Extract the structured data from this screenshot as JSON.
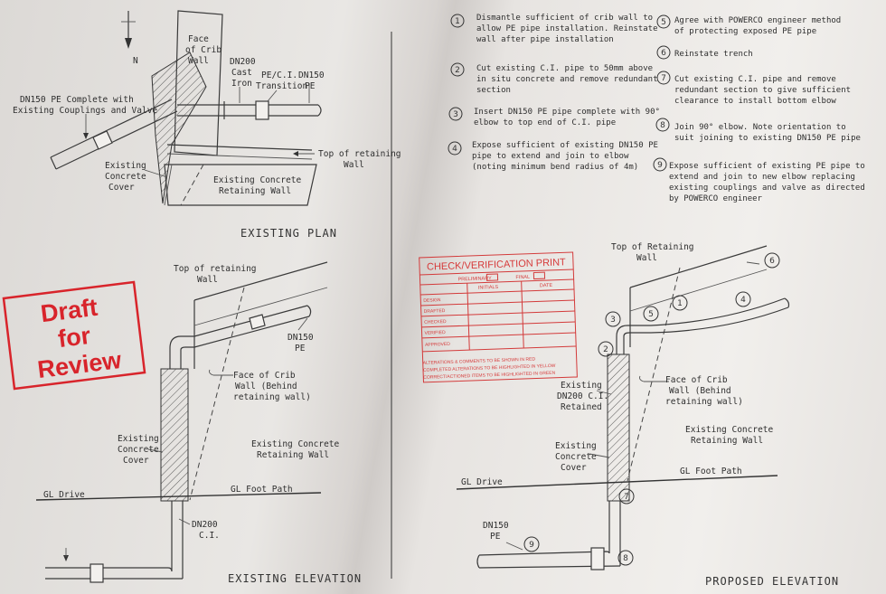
{
  "plan": {
    "north": "N",
    "crib_face": [
      "Face",
      "of Crib",
      "Wall"
    ],
    "dn200": [
      "DN200",
      "Cast",
      "Iron"
    ],
    "transition": [
      "PE/C.I.",
      "Transition"
    ],
    "dn150": [
      "DN150",
      "PE"
    ],
    "complete": [
      "DN150 PE Complete with",
      "Existing Couplings and Valve"
    ],
    "top_wall": [
      "Top of retaining",
      "Wall"
    ],
    "cover": [
      "Existing",
      "Concrete",
      "Cover"
    ],
    "retaining": [
      "Existing Concrete",
      "Retaining Wall"
    ],
    "title": "EXISTING PLAN"
  },
  "existing_elev": {
    "top_wall": [
      "Top of retaining",
      "Wall"
    ],
    "dn150": [
      "DN150",
      "PE"
    ],
    "crib_face": [
      "Face of Crib",
      "Wall (Behind",
      "retaining wall)"
    ],
    "cover": [
      "Existing",
      "Concrete",
      "Cover"
    ],
    "retaining": [
      "Existing Concrete",
      "Retaining Wall"
    ],
    "gl_drive": "GL Drive",
    "gl_foot": "GL Foot Path",
    "dn200": [
      "DN200",
      "C.I."
    ],
    "title": "EXISTING ELEVATION"
  },
  "stamp": {
    "lines": [
      "Draft",
      "for",
      "Review"
    ],
    "color": "#d8242b"
  },
  "check_print": {
    "title": "CHECK/VERIFICATION PRINT",
    "sub_left": "PRELIMINARY",
    "sub_right": "FINAL",
    "col_a": "INITIALS",
    "col_b": "DATE",
    "row_labels": [
      "DESIGN",
      "DRAFTED",
      "CHECKED",
      "VERIFIED",
      "APPROVED"
    ],
    "footer": [
      "ALTERATIONS & COMMENTS TO BE SHOWN IN RED",
      "COMPLETED ALTERATIONS TO BE HIGHLIGHTED IN YELLOW",
      "CORRECT/ACTIONED ITEMS TO BE HIGHLIGHTED IN GREEN"
    ],
    "color": "#d33a3a"
  },
  "proposed_elev": {
    "top_wall": [
      "Top of Retaining",
      "Wall"
    ],
    "crib_face": [
      "Face of Crib",
      "Wall (Behind",
      "retaining wall)"
    ],
    "retained": [
      "Existing",
      "DN200 C.I.",
      "Retained"
    ],
    "retaining": [
      "Existing Concrete",
      "Retaining Wall"
    ],
    "cover": [
      "Existing",
      "Concrete",
      "Cover"
    ],
    "gl_drive": "GL Drive",
    "gl_foot": "GL Foot Path",
    "dn150": [
      "DN150",
      "PE"
    ],
    "title": "PROPOSED ELEVATION",
    "markers": [
      "1",
      "2",
      "3",
      "4",
      "5",
      "6",
      "7",
      "8",
      "9"
    ]
  },
  "notes": [
    {
      "num": "1",
      "lines": [
        "Dismantle sufficient of crib wall to",
        "allow PE pipe installation. Reinstate",
        "wall after pipe installation"
      ]
    },
    {
      "num": "2",
      "lines": [
        "Cut existing C.I. pipe to 50mm above",
        "in situ concrete and remove redundant",
        "section"
      ]
    },
    {
      "num": "3",
      "lines": [
        "Insert DN150 PE pipe complete with 90°",
        "elbow to top end of C.I. pipe"
      ]
    },
    {
      "num": "4",
      "lines": [
        "Expose sufficient of existing DN150 PE",
        "pipe to extend and join to elbow",
        "(noting minimum bend radius of 4m)"
      ]
    },
    {
      "num": "5",
      "lines": [
        "Agree with POWERCO engineer method",
        "of protecting exposed PE pipe"
      ]
    },
    {
      "num": "6",
      "lines": [
        "Reinstate trench"
      ]
    },
    {
      "num": "7",
      "lines": [
        "Cut existing C.I. pipe and remove",
        "redundant section to give sufficient",
        "clearance to install bottom elbow"
      ]
    },
    {
      "num": "8",
      "lines": [
        "Join 90° elbow. Note orientation to",
        "suit joining to existing DN150 PE pipe"
      ]
    },
    {
      "num": "9",
      "lines": [
        "Expose sufficient of existing PE pipe to",
        "extend and join to new elbow replacing",
        "existing couplings and valve as directed",
        "by POWERCO engineer"
      ]
    }
  ]
}
